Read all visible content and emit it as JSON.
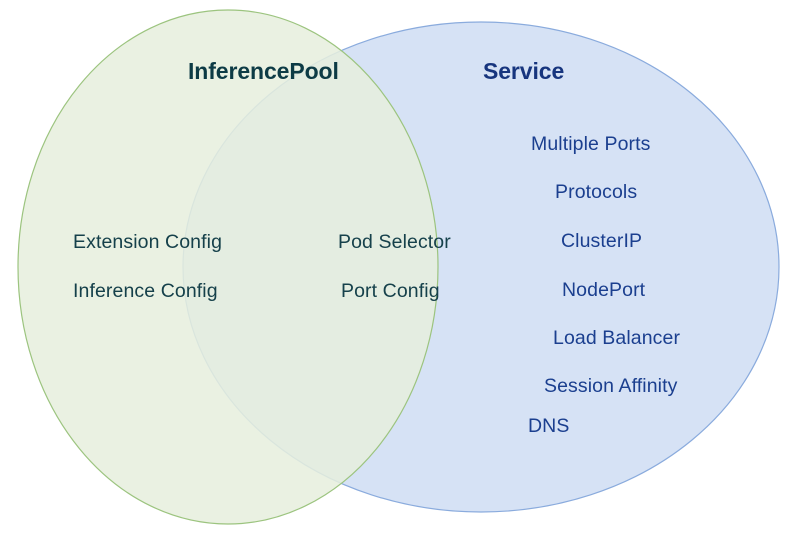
{
  "diagram": {
    "type": "venn",
    "sets": [
      {
        "id": "inferencepool",
        "title": "InferencePool",
        "fill_color": "#e6efdd",
        "stroke_color": "#9cc47f",
        "title_color": "#0d3b45",
        "item_color": "#15404a",
        "items": [
          "Extension Config",
          "Inference Config"
        ]
      },
      {
        "id": "service",
        "title": "Service",
        "fill_color": "#d6e2f5",
        "stroke_color": "#8aabdd",
        "title_color": "#17357e",
        "item_color": "#1b3f8f",
        "items": [
          "Multiple Ports",
          "Protocols",
          "ClusterIP",
          "NodePort",
          "Load Balancer",
          "Session Affinity",
          "DNS"
        ]
      }
    ],
    "intersection": {
      "id": "shared",
      "fill_color": "#d5e2da",
      "item_color": "#16414b",
      "items": [
        "Pod Selector",
        "Port Config"
      ]
    },
    "background_color": "#ffffff"
  }
}
